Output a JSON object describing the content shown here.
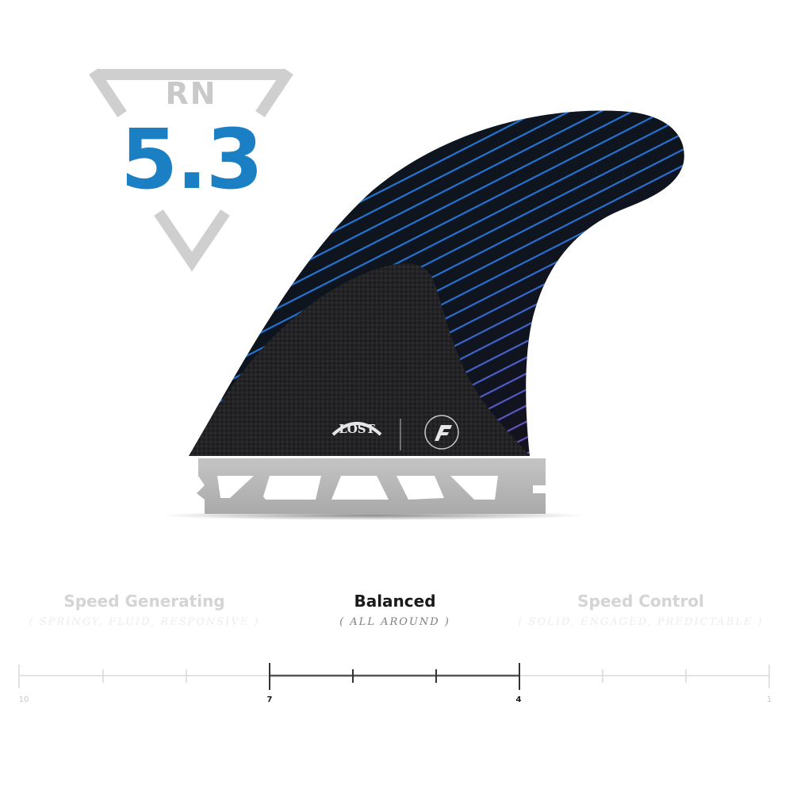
{
  "rating": {
    "model": "RN",
    "value": "5.3",
    "badge_color": "#1b7fc4",
    "triangle_color": "#cfcfcf"
  },
  "product": {
    "image_alt": "Futures RN carbon fin with blue-to-purple pinstripe pattern",
    "logos": [
      "lost-logo",
      "futures-f-logo"
    ],
    "stripe_colors": {
      "start": "#1e7fd6",
      "end": "#b04aa8"
    },
    "base_color": "#b9b9b9"
  },
  "flex_scale": {
    "categories": [
      {
        "title": "Speed Generating",
        "subtitle": "( SPRINGY, FLUID, RESPONSIVE )",
        "active": false
      },
      {
        "title": "Balanced",
        "subtitle": "( ALL AROUND )",
        "active": true
      },
      {
        "title": "Speed Control",
        "subtitle": "( SOLID, ENGAGED, PREDICTABLE )",
        "active": false
      }
    ],
    "tick_labels": [
      {
        "label": "10",
        "active": false
      },
      {
        "label": "7",
        "active": true
      },
      {
        "label": "4",
        "active": true
      },
      {
        "label": "1",
        "active": false
      }
    ],
    "range_min": 1,
    "range_max": 10,
    "active_range": [
      4,
      7
    ],
    "line_color_inactive": "#d9d9d9",
    "line_color_active": "#555555"
  }
}
